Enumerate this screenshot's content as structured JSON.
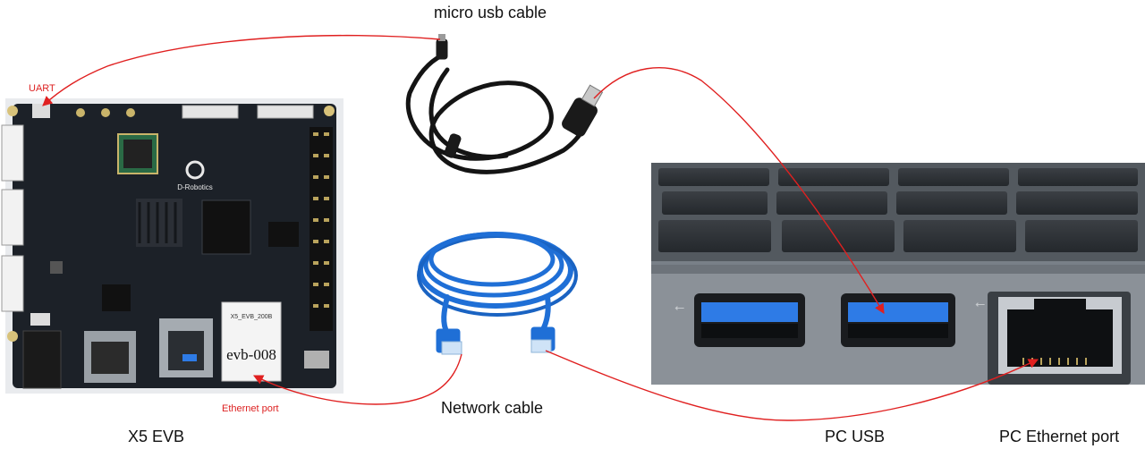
{
  "labels": {
    "micro_usb_cable": "micro usb cable",
    "uart": "UART",
    "ethernet_port": "Ethernet port",
    "x5_evb": "X5 EVB",
    "network_cable": "Network cable",
    "pc_usb": "PC USB",
    "pc_ethernet_port": "PC Ethernet port"
  },
  "board": {
    "brand": "D-Robotics",
    "sticker_model": "X5_EVB_200B",
    "sticker_id": "evb-008"
  },
  "colors": {
    "arrow": "#e02020",
    "board": "#1c2128",
    "cable_black": "#141414",
    "cable_blue": "#1f6fd6",
    "laptop_body": "#8f959c",
    "usb_blue": "#2e7be6"
  }
}
